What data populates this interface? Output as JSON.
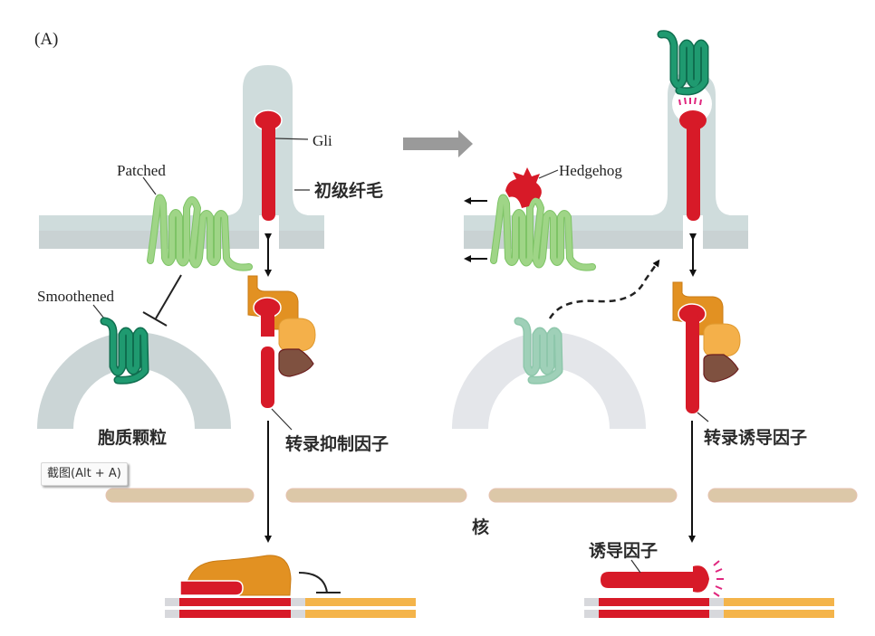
{
  "panel_label": "(A)",
  "labels": {
    "gli": "Gli",
    "primary_cilium": "初级纤毛",
    "patched": "Patched",
    "smoothened": "Smoothened",
    "cytoplasmic_vesicle": "胞质颗粒",
    "transcription_repressor": "转录抑制因子",
    "hedgehog": "Hedgehog",
    "transcription_activator": "转录诱导因子",
    "nucleus": "核",
    "activator": "诱导因子"
  },
  "tooltip": {
    "text": "截图(Alt + A)"
  },
  "colors": {
    "membrane": "#cfdcdc",
    "membrane_lower": "#cbd3d4",
    "vesicle": "#cbd5d6",
    "vesicle_faded": "#e4e6ea",
    "gli_red": "#d71a28",
    "patched_green": "#9fd587",
    "smoothened_green": "#1f9a70",
    "smoothened_faded": "#9fd0b8",
    "orange": "#e29122",
    "light_orange": "#f4b04a",
    "brown": "#7f5140",
    "nuclear_envelope": "#dcc8a8",
    "gene_orange": "#f4b44a",
    "gene_gray": "#d7d8dc",
    "arrow_gray": "#9a9a9a",
    "signal_pink": "#e0267e"
  }
}
